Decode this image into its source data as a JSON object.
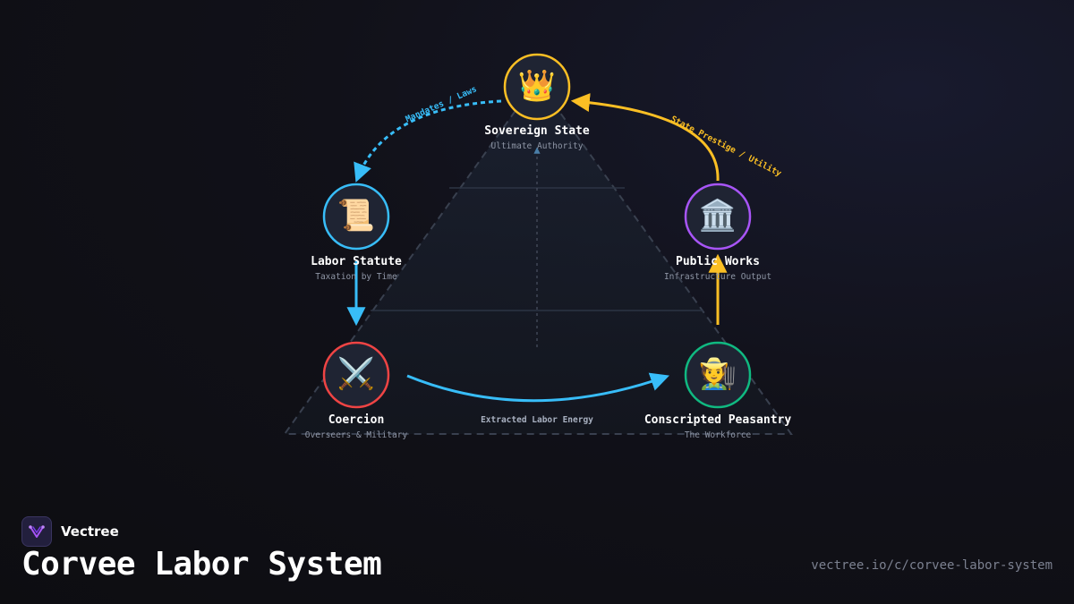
{
  "brand": {
    "name": "Vectree"
  },
  "title": "Corvee Labor System",
  "url": "vectree.io/c/corvee-labor-system",
  "colors": {
    "blue": "#38bdf8",
    "gold": "#fbbf24",
    "purple": "#a855f7",
    "red": "#ef4444",
    "teal": "#10b981"
  },
  "nodes": {
    "sovereign": {
      "icon": "crown-icon",
      "glyph": "👑",
      "title": "Sovereign State",
      "subtitle": "Ultimate Authority"
    },
    "statute": {
      "icon": "scroll-icon",
      "glyph": "📜",
      "title": "Labor Statute",
      "subtitle": "Taxation by Time"
    },
    "works": {
      "icon": "classical-building-icon",
      "glyph": "🏛️",
      "title": "Public Works",
      "subtitle": "Infrastructure Output"
    },
    "coercion": {
      "icon": "crossed-swords-icon",
      "glyph": "⚔️",
      "title": "Coercion",
      "subtitle": "Overseers & Military"
    },
    "peasantry": {
      "icon": "farmer-icon",
      "glyph": "🧑‍🌾",
      "title": "Conscripted Peasantry",
      "subtitle": "The Workforce"
    }
  },
  "edges": {
    "mandates": "Mandates / Laws",
    "prestige": "State Prestige / Utility",
    "energy": "Extracted Labor Energy"
  }
}
